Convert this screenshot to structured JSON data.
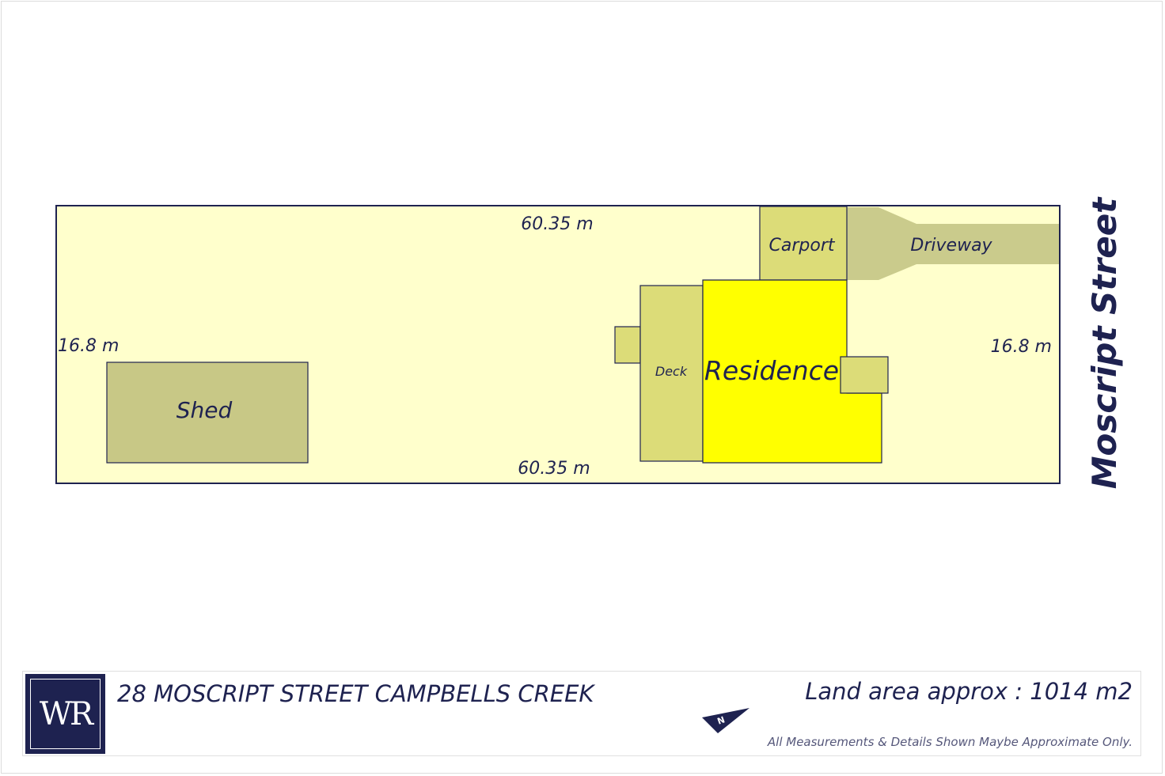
{
  "plan": {
    "top_dimension": "60.35 m",
    "bottom_dimension": "60.35 m",
    "left_dimension": "16.8 m",
    "right_dimension": "16.8 m",
    "street_name": "Moscript Street",
    "labels": {
      "shed": "Shed",
      "deck": "Deck",
      "residence": "Residence",
      "carport": "Carport",
      "driveway": "Driveway"
    }
  },
  "footer": {
    "logo_text": "WR",
    "address": "28 MOSCRIPT STREET CAMPBELLS CREEK",
    "land_area": "Land area approx : 1014 m2",
    "disclaimer": "All Measurements & Details Shown Maybe Approximate Only.",
    "north_label": "N"
  },
  "colors": {
    "outline": "#1e2250",
    "lot_fill": "#ffffcc",
    "residence_fill": "#ffff00",
    "deck_fill": "#dcdc78",
    "shed_fill": "#c8c886",
    "driveway_fill": "#cacb8c"
  }
}
